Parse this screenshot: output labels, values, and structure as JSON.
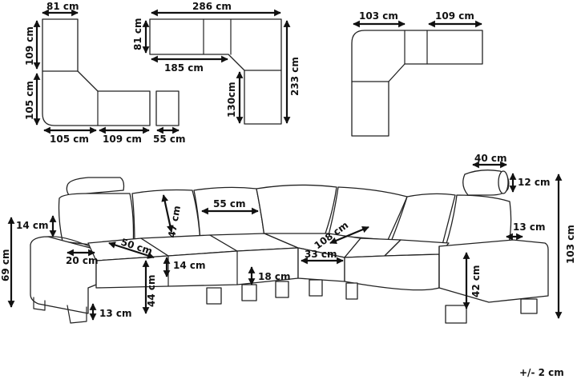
{
  "title": "",
  "tolerance": "+/- 2 cm",
  "plan_left": {
    "depth": "81 cm",
    "seat_depth": "109 cm",
    "corner_depth": "105 cm",
    "corner_width": "105 cm",
    "section_width": "109 cm",
    "ottoman_width": "55 cm"
  },
  "plan_middle": {
    "total_width": "286 cm",
    "depth": "81 cm",
    "inner_width": "185 cm",
    "total_depth": "233 cm",
    "inner_depth": "130cm"
  },
  "plan_right": {
    "corner_width": "103 cm",
    "section_width": "109 cm"
  },
  "sofa": {
    "headrest_width": "40 cm",
    "headrest_height": "12 cm",
    "total_height": "103 cm",
    "arm_height": "69 cm",
    "arm_top": "14 cm",
    "arm_width": "20 cm",
    "seat_depth": "50 cm",
    "seat_thickness": "14 cm",
    "seat_height": "44 cm",
    "leg_height": "13 cm",
    "backrest_height": "47 cm",
    "cushion_width": "55 cm",
    "base_height": "18 cm",
    "corner_section": "33 cm",
    "corner_diagonal": "108 cm",
    "right_arm": "13 cm",
    "side_height": "42 cm"
  }
}
